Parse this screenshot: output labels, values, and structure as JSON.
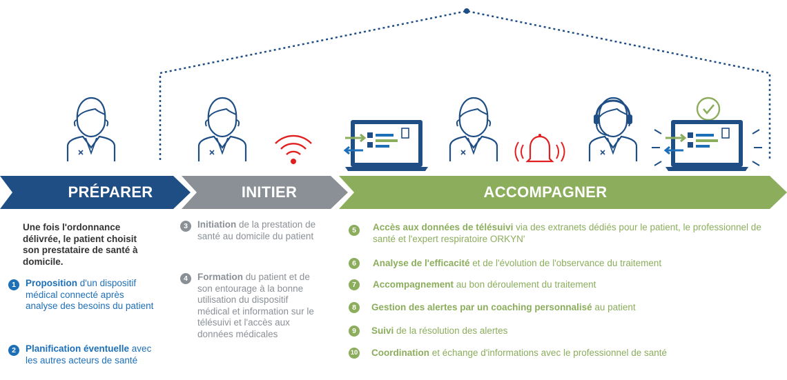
{
  "colors": {
    "navy": "#1f4e84",
    "blue": "#1d6fb8",
    "grey": "#8a9096",
    "green": "#8bad5c",
    "red": "#e02020"
  },
  "phases": [
    {
      "label": "PRÉPARER"
    },
    {
      "label": "INITIER"
    },
    {
      "label": "ACCOMPAGNER"
    }
  ],
  "icons": [
    "person-icon",
    "person-icon",
    "wifi-signal-icon",
    "laptop-extranet-icon",
    "person-icon",
    "bell-alert-icon",
    "headset-operator-icon",
    "checkmark-circle-icon",
    "laptop-extranet-icon"
  ],
  "preparer": {
    "intro": "Une fois l'ordonnance délivrée, le patient choisit son prestataire de santé à domicile.",
    "steps": [
      {
        "num": "1",
        "bold": "Proposition",
        "rest": " d'un dispositif médical connecté après analyse des besoins du patient"
      },
      {
        "num": "2",
        "bold": "Planification éventuelle",
        "rest": " avec les autres acteurs de santé"
      }
    ]
  },
  "initier": {
    "steps": [
      {
        "num": "3",
        "bold": "Initiation",
        "rest": " de la prestation de santé au domicile du patient"
      },
      {
        "num": "4",
        "bold": "Formation",
        "rest": " du patient et de son entourage à la bonne utilisation du dispositif médical et information sur le télésuivi et l'accès aux données médicales"
      }
    ]
  },
  "accompagner": {
    "steps": [
      {
        "num": "5",
        "bold": "Accès aux données de télésuivi",
        "rest": " via des extranets dédiés pour le patient, le professionnel de santé et l'expert respiratoire ORKYN'"
      },
      {
        "num": "6",
        "bold": "Analyse de l'efficacité",
        "rest": " et de l'évolution de l'observance du traitement"
      },
      {
        "num": "7",
        "bold": "Accompagnement",
        "rest": " au bon déroulement du traitement"
      },
      {
        "num": "8",
        "bold": "Gestion des alertes par un coaching personnalisé",
        "rest": " au patient"
      },
      {
        "num": "9",
        "bold": "Suivi",
        "rest": " de la résolution des alertes"
      },
      {
        "num": "10",
        "bold": "Coordination",
        "rest": " et échange  d'informations avec le professionnel de santé"
      }
    ]
  }
}
